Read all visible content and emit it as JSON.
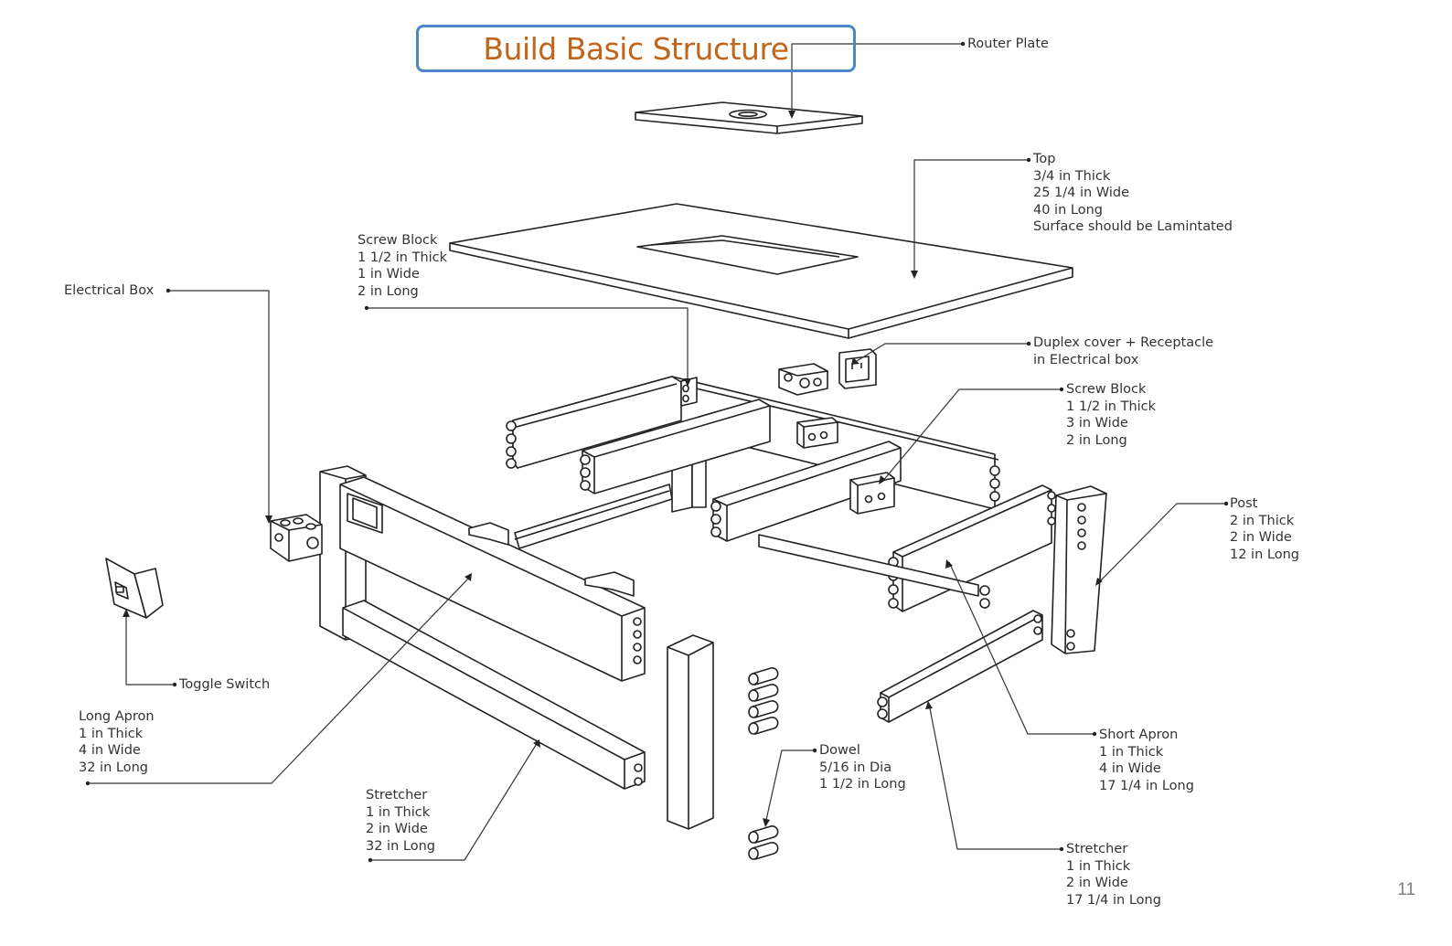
{
  "title": "Build Basic Structure",
  "page_number": "11",
  "colors": {
    "title_text": "#c0651a",
    "title_border": "#4a86c8",
    "line": "#222222"
  },
  "callouts": {
    "router_plate": [
      "Router Plate"
    ],
    "top": [
      "Top",
      "3/4 in Thick",
      "25 1/4 in Wide",
      "40 in Long",
      "Surface should be Lamintated"
    ],
    "screw_block_1": [
      "Screw Block",
      "1 1/2 in Thick",
      "1 in Wide",
      "2 in Long"
    ],
    "electrical_box": [
      "Electrical Box"
    ],
    "duplex_cover": [
      "Duplex cover + Receptacle",
      "in Electrical box"
    ],
    "screw_block_2": [
      "Screw Block",
      "1 1/2 in Thick",
      "3 in Wide",
      "2 in Long"
    ],
    "post": [
      "Post",
      "2 in Thick",
      "2 in Wide",
      "12 in Long"
    ],
    "toggle_switch": [
      "Toggle Switch"
    ],
    "long_apron": [
      "Long Apron",
      "1 in Thick",
      "4 in Wide",
      "32 in Long"
    ],
    "dowel": [
      "Dowel",
      "5/16 in Dia",
      "1 1/2 in Long"
    ],
    "short_apron": [
      "Short Apron",
      "1 in Thick",
      "4 in Wide",
      "17 1/4 in Long"
    ],
    "stretcher_long": [
      "Stretcher",
      "1 in Thick",
      "2 in Wide",
      "32 in Long"
    ],
    "stretcher_short": [
      "Stretcher",
      "1 in Thick",
      "2 in Wide",
      "17 1/4 in Long"
    ]
  }
}
